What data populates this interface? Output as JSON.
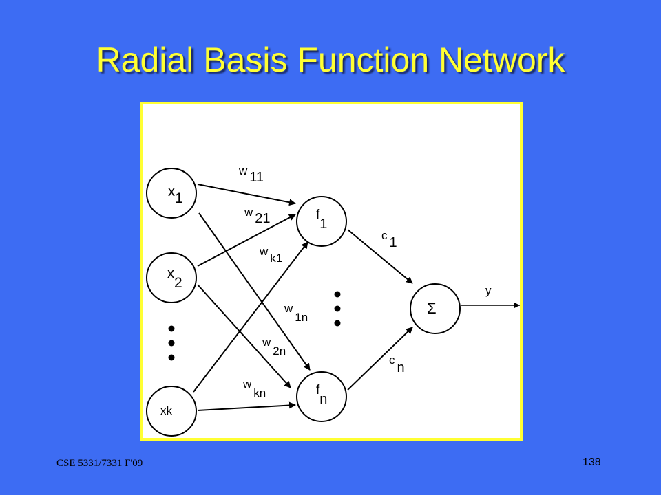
{
  "slide": {
    "title": "Radial Basis Function Network",
    "footer_course": "CSE 5331/7331 F'09",
    "page_number": "138"
  },
  "diagram": {
    "input_nodes": [
      {
        "base": "x",
        "sub": "1"
      },
      {
        "base": "x",
        "sub": "2"
      },
      {
        "base": "xk",
        "sub": ""
      }
    ],
    "hidden_nodes": [
      {
        "base": "f",
        "sub": "1"
      },
      {
        "base": "f",
        "sub": "n"
      }
    ],
    "sum_node": "Σ",
    "output_label": "y",
    "weights": [
      {
        "base": "w",
        "sub": "11"
      },
      {
        "base": "w",
        "sub": "21"
      },
      {
        "base": "w",
        "sub": "k1"
      },
      {
        "base": "w",
        "sub": "1n"
      },
      {
        "base": "w",
        "sub": "2n"
      },
      {
        "base": "w",
        "sub": "kn"
      }
    ],
    "output_weights": [
      {
        "base": "c",
        "sub": "1"
      },
      {
        "base": "c",
        "sub": "n"
      }
    ]
  }
}
